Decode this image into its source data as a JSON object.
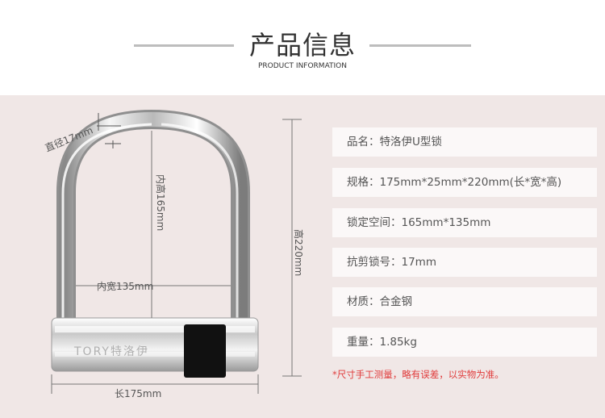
{
  "header": {
    "title_cn": "产品信息",
    "title_en": "PRODUCT INFORMATION"
  },
  "dimensions": {
    "diameter": "直径17mm",
    "inner_height": "内高165mm",
    "inner_width": "内宽135mm",
    "height": "高220mm",
    "length": "长175mm",
    "lock_brand": "TORY特洛伊"
  },
  "specs": [
    {
      "text": "品名：特洛伊U型锁"
    },
    {
      "text": "规格：175mm*25mm*220mm(长*宽*高)"
    },
    {
      "text": "锁定空间：165mm*135mm"
    },
    {
      "text": "抗剪锁号：17mm"
    },
    {
      "text": "材质：合金钢"
    },
    {
      "text": "重量：1.85kg"
    }
  ],
  "note": "*尺寸手工测量，略有误差，以实物为准。",
  "colors": {
    "panel_bg": "#f0e7e6",
    "row_bg": "#fbf8f8",
    "note_red": "#e03a3a"
  }
}
